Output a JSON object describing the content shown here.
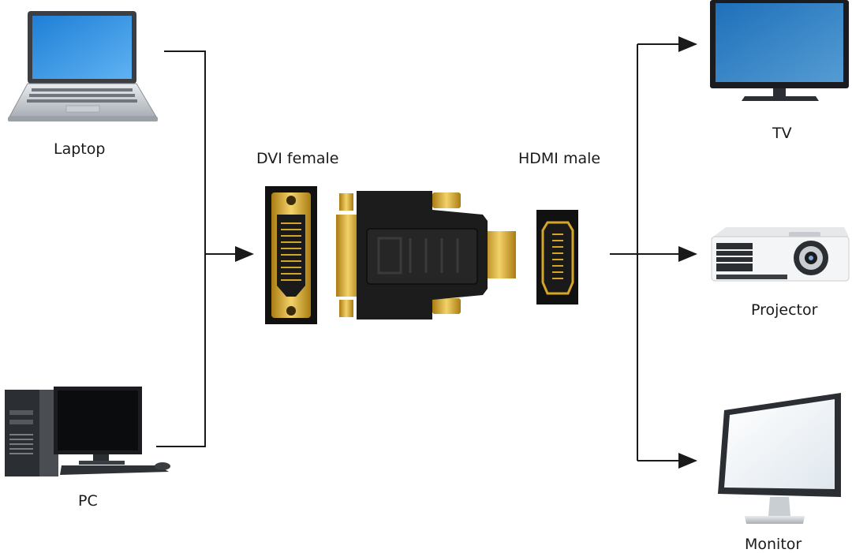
{
  "sources": {
    "laptop_label": "Laptop",
    "pc_label": "PC"
  },
  "connectors": {
    "dvi_label": "DVI female",
    "hdmi_label": "HDMI male"
  },
  "outputs": {
    "tv_label": "TV",
    "projector_label": "Projector",
    "monitor_label": "Monitor"
  },
  "colors": {
    "line": "#1a1a1a",
    "gold": "#d4a52a",
    "adapter_body": "#1c1c1c",
    "screen_blue": "#2d8fe0"
  }
}
